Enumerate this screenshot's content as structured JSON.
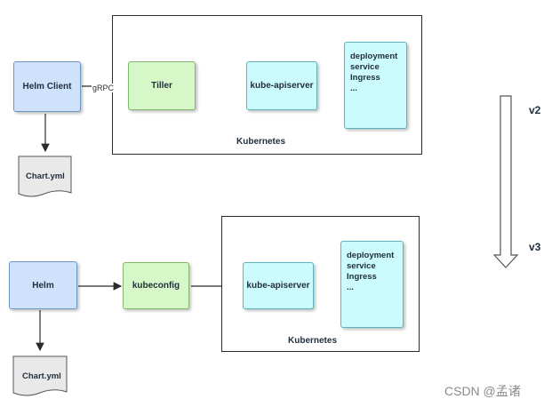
{
  "v2": {
    "client_label": "Helm Client",
    "connector_label": "gRPC",
    "tiller_label": "Tiller",
    "apiserver_label": "kube-apiserver",
    "resources": [
      "deployment",
      "service",
      "Ingress",
      "..."
    ],
    "cluster_label": "Kubernetes",
    "chart_label": "Chart.yml"
  },
  "v3": {
    "client_label": "Helm",
    "kubeconfig_label": "kubeconfig",
    "apiserver_label": "kube-apiserver",
    "resources": [
      "deployment",
      "service",
      "Ingress",
      "..."
    ],
    "cluster_label": "Kubernetes",
    "chart_label": "Chart.yml"
  },
  "version_arrow": {
    "from_label": "v2",
    "to_label": "v3"
  },
  "watermark": "CSDN @孟诸"
}
